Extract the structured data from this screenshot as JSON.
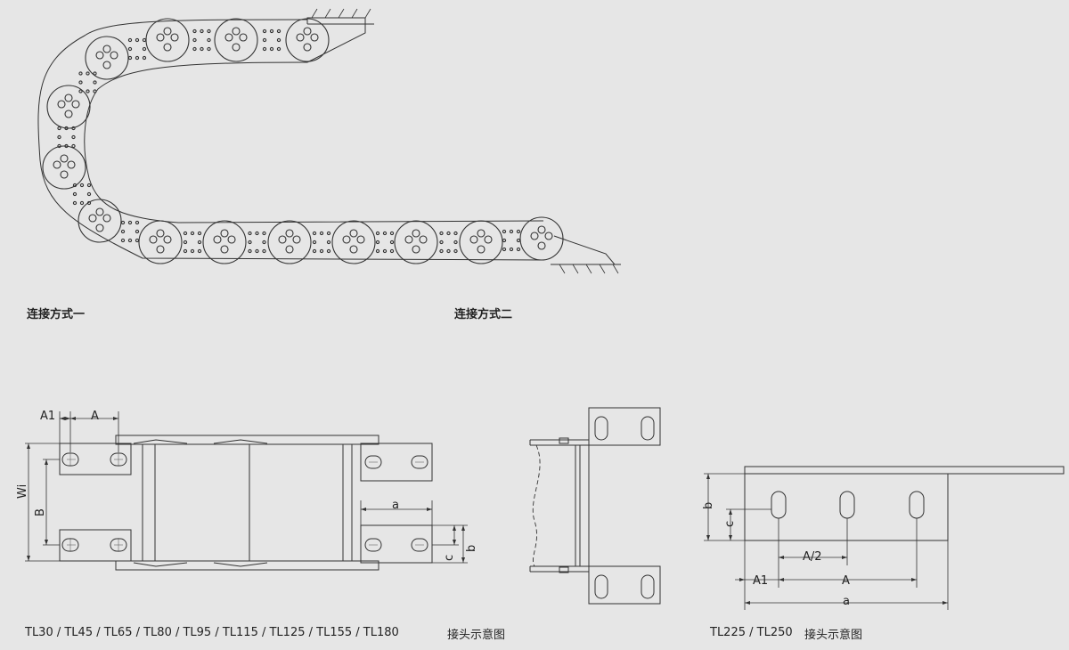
{
  "captions": {
    "method_one": "连接方式一",
    "method_two": "连接方式二"
  },
  "drawing1": {
    "label_A1": "A1",
    "label_A": "A",
    "label_Wi": "Wi",
    "label_B": "B",
    "label_a": "a",
    "label_c": "c",
    "label_b": "b",
    "models": "TL30 / TL45 / TL65 / TL80 / TL95 / TL115 / TL125 / TL155 / TL180",
    "caption": "接头示意图"
  },
  "drawing3": {
    "label_b": "b",
    "label_c": "c",
    "label_A_half": "A/2",
    "label_A1": "A1",
    "label_A": "A",
    "label_a": "a",
    "models": "TL225 / TL250",
    "caption": "接头示意图"
  }
}
